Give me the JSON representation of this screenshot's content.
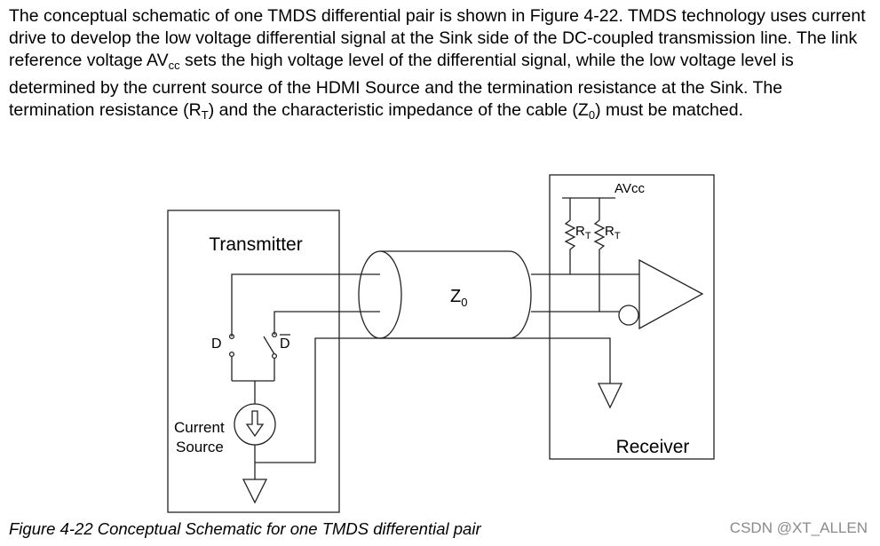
{
  "paragraph": {
    "s1": "The conceptual schematic of one TMDS differential pair is shown in Figure 4-22. TMDS technology uses current drive to develop the low voltage differential signal at the Sink side of the DC-coupled transmission line. The link reference voltage AV",
    "s1_sub": "cc",
    "s2": " sets the high voltage level of the differential signal, while the low voltage level is determined by the current source of the HDMI Source and the termination resistance at the Sink. The termination resistance (R",
    "s2_sub": "T",
    "s3": ") and the characteristic impedance of the cable (Z",
    "s3_sub": "0",
    "s4": ") must be matched."
  },
  "figure": {
    "transmitter_label": "Transmitter",
    "switch_d": "D",
    "switch_dbar": "D",
    "current_label_1": "Current",
    "current_label_2": "Source",
    "cable_label": "Z",
    "cable_sub": "0",
    "avcc_label": "AVcc",
    "rt_label": "R",
    "rt_sub": "T",
    "receiver_label": "Receiver"
  },
  "caption": "Figure 4-22 Conceptual Schematic for one TMDS differential pair",
  "watermark": "CSDN @XT_ALLEN"
}
